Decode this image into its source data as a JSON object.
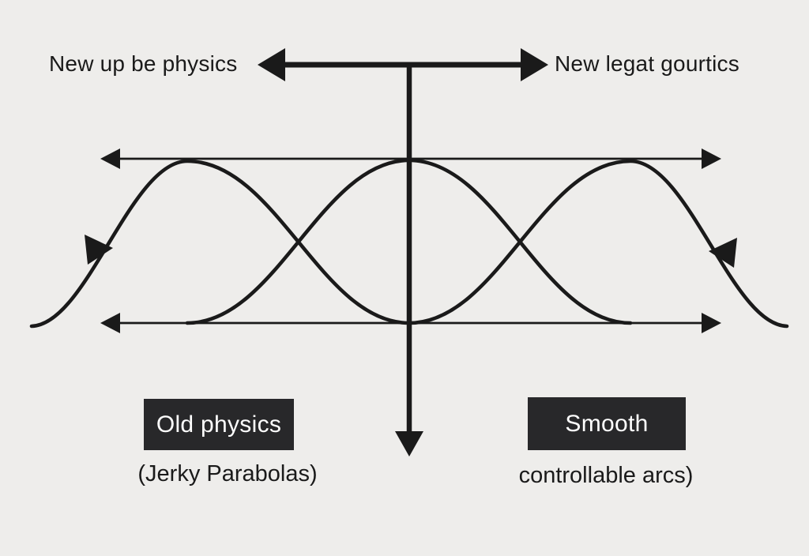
{
  "colors": {
    "background": "#eeedeb",
    "ink": "#1a1a1a",
    "box_bg": "#28282a",
    "box_text": "#ffffff"
  },
  "top_axis": {
    "left_label": "New up be physics",
    "right_label": "New legat gourtics"
  },
  "left_group": {
    "box_label": "Old physics",
    "caption": "(Jerky Parabolas)"
  },
  "right_group": {
    "box_label": "Smooth",
    "caption": "controllable arcs)"
  },
  "icons": {
    "left_arrowhead": "◀",
    "right_arrowhead": "▶",
    "down_arrowhead": "▼",
    "left_right_arrow": "↔"
  }
}
